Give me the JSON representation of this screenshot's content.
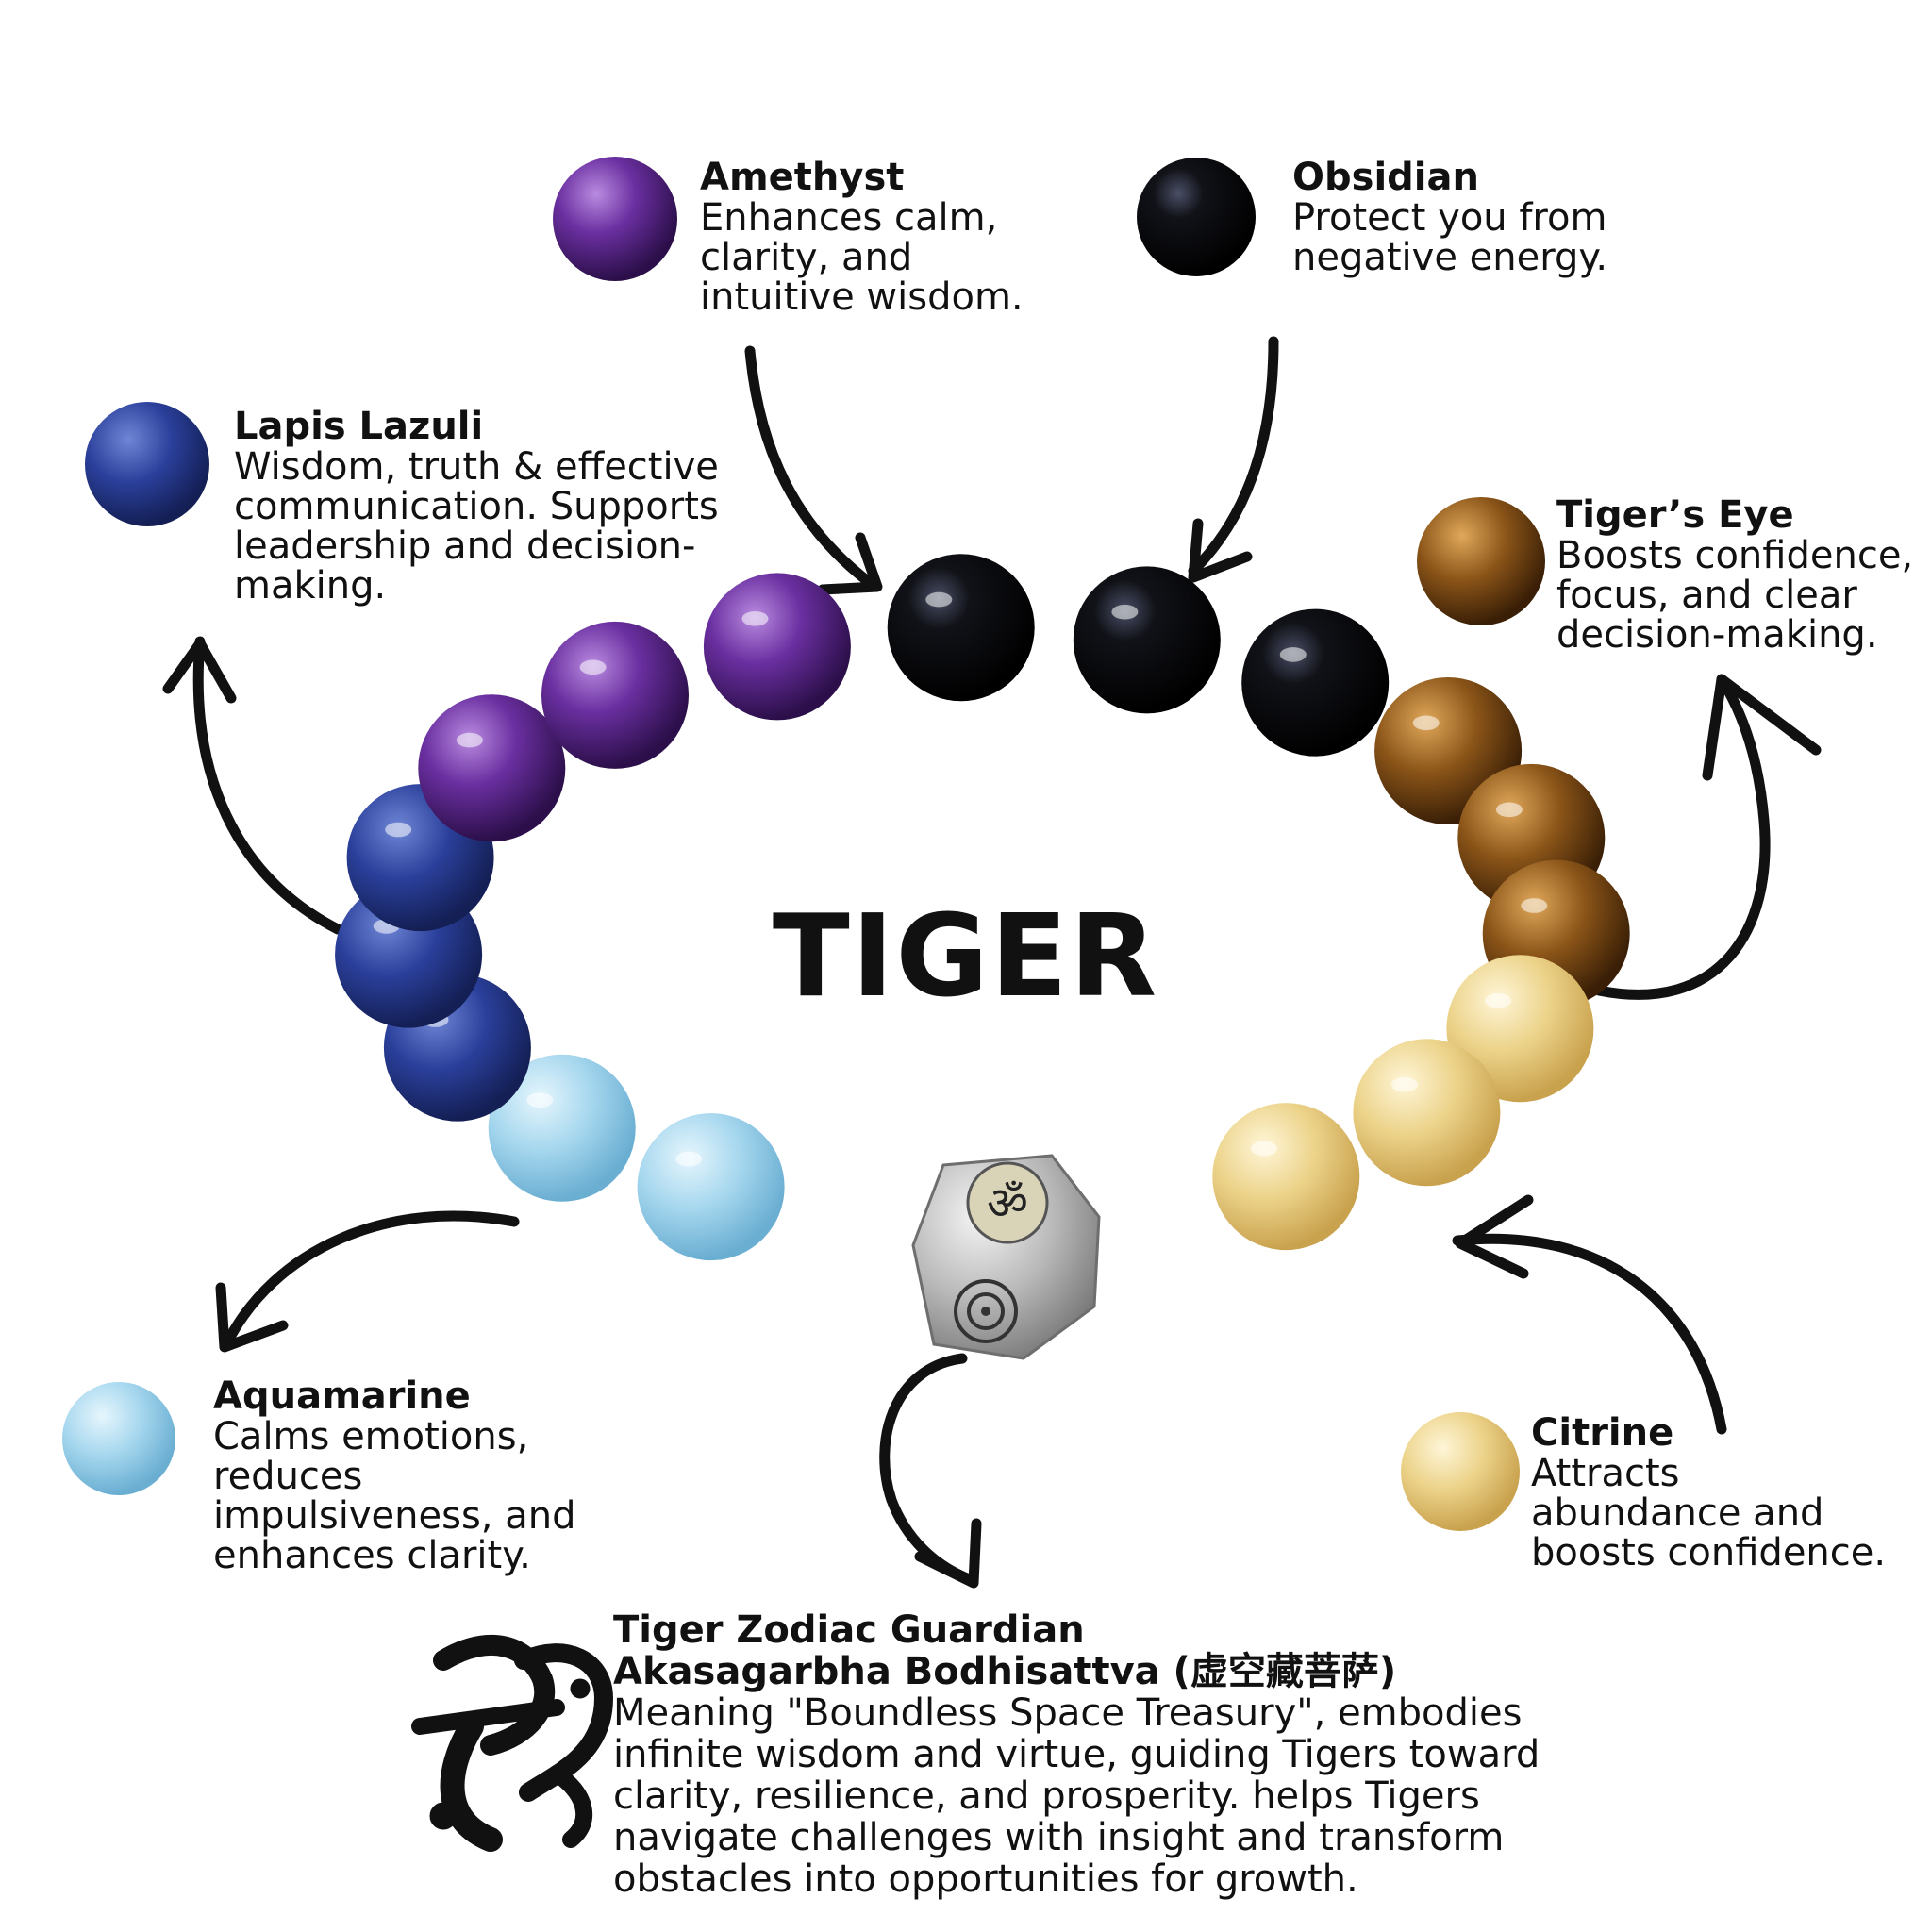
{
  "title": "TIGER",
  "gems": {
    "amethyst": {
      "name": "Amethyst",
      "lines": [
        "Enhances calm,",
        "clarity, and",
        "intuitive wisdom."
      ],
      "color": "#5b2a86"
    },
    "obsidian": {
      "name": "Obsidian",
      "lines": [
        "Protect you from",
        "negative energy."
      ],
      "color": "#0d0d12"
    },
    "lapis": {
      "name": "Lapis Lazuli",
      "lines": [
        "Wisdom, truth & effective",
        "communication. Supports",
        "leadership and decision-",
        "making."
      ],
      "color": "#2a3f9a"
    },
    "tigers_eye": {
      "name": "Tiger’s Eye",
      "lines": [
        "Boosts confidence,",
        "focus, and clear",
        "decision-making."
      ],
      "color": "#8a5418"
    },
    "aquamarine": {
      "name": "Aquamarine",
      "lines": [
        "Calms emotions,",
        "reduces",
        "impulsiveness, and",
        "enhances clarity."
      ],
      "color": "#8fcbe8"
    },
    "citrine": {
      "name": "Citrine",
      "lines": [
        "Attracts",
        "abundance and",
        "boosts confidence."
      ],
      "color": "#e9d89a"
    }
  },
  "guardian": {
    "title_line1": "Tiger Zodiac Guardian",
    "title_line2": "Akasagarbha Bodhisattva (虚空藏菩萨)",
    "lines": [
      "Meaning \"Boundless Space Treasury\", embodies",
      "infinite wisdom and virtue, guiding Tigers toward",
      "clarity, resilience, and prosperity. helps Tigers",
      "navigate challenges with insight and transform",
      "obstacles into opportunities for growth."
    ],
    "symbol_icon": "sanskrit-seed-syllable-icon"
  },
  "bracelet": {
    "bead_sequence": [
      "aquamarine",
      "aquamarine",
      "lapis",
      "lapis",
      "lapis",
      "amethyst",
      "amethyst",
      "amethyst",
      "obsidian",
      "obsidian",
      "obsidian",
      "tigers_eye",
      "tigers_eye",
      "tigers_eye",
      "citrine",
      "citrine",
      "citrine"
    ],
    "charm_icon": "silver-charm-icon"
  }
}
